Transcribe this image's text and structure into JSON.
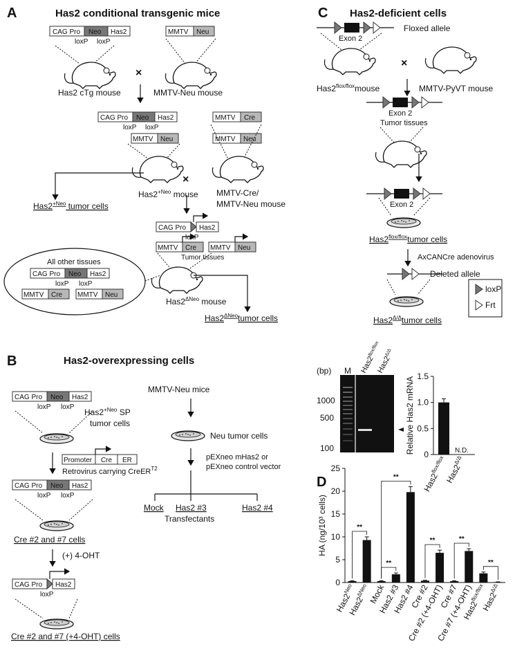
{
  "panels": {
    "A": {
      "letter": "A",
      "title": "Has2 conditional transgenic mice",
      "cag_pro": "CAG Pro",
      "neo": "Neo",
      "has2": "Has2",
      "loxp": "loxP",
      "mmtv": "MMTV",
      "neu": "Neu",
      "cre": "Cre",
      "cross": "×",
      "mouse_has2_ctg": "Has2 cTg mouse",
      "mouse_mmtv_neu": "MMTV-Neu mouse",
      "mouse_has2_neo": "Has2",
      "mouse_has2_neo_sup": "+Neo",
      "mouse_suffix": " mouse",
      "mouse_cre_neu_1": "MMTV-Cre/",
      "mouse_cre_neu_2": "MMTV-Neu mouse",
      "tumor_cells_neo": "Has2",
      "tumor_cells_neo_sup": "+Neo",
      "tumor_cells_suffix": " tumor cells",
      "tumor_tissues": "Tumor tissues",
      "all_other_tissues": "All other tissues",
      "mouse_delta_neo": "Has2",
      "mouse_delta_neo_sup": "ΔNeo",
      "tumor_delta_neo": "Has2",
      "tumor_delta_neo_sup": "ΔNeo",
      "tumor_delta_suffix": "tumor cells"
    },
    "B": {
      "letter": "B",
      "title": "Has2-overexpressing cells",
      "cag_pro": "CAG Pro",
      "neo": "Neo",
      "has2": "Has2",
      "loxp": "loxP",
      "sp_cells_1": "Has2",
      "sp_cells_1_sup": "+Neo",
      "sp_cells_1_suffix": " SP",
      "sp_cells_2": "tumor cells",
      "promoter": "Promoter",
      "cre": "Cre",
      "er": "ER",
      "retrovirus": "Retrovirus carrying CreER",
      "retrovirus_sup": "T2",
      "cre_cells": "Cre #2 and #7 cells",
      "ohd": "(+) 4-OHT",
      "cre_ohd_cells": "Cre #2 and #7 (+4-OHT) cells",
      "mmtv_neu_mice": "MMTV-Neu mice",
      "neu_tumor_cells": "Neu tumor cells",
      "vector_1": "pEXneo mHas2 or",
      "vector_2": "pEXneo control vector",
      "mock": "Mock",
      "has2_3": "Has2 #3",
      "has2_4": "Has2 #4",
      "transfectants": "Transfectants"
    },
    "C": {
      "letter": "C",
      "title": "Has2-deficient cells",
      "floxed_allele": "Floxed allele",
      "exon2": "Exon 2",
      "cross": "×",
      "mouse_flox": "Has2",
      "mouse_flox_sup": "flox/flox",
      "mouse_flox_suffix": "mouse",
      "mouse_pyvt": "MMTV-PyVT mouse",
      "tumor_tissues": "Tumor tissues",
      "flox_cells": "Has2",
      "flox_cells_sup": "flox/flox",
      "flox_cells_suffix": "tumor cells",
      "adenovirus": "AxCANCre adenovirus",
      "deleted_allele": "Deleted allele",
      "legend_loxp": "loxP",
      "legend_frt": "Frt",
      "delta_cells": "Has2",
      "delta_cells_sup": "Δ/Δ",
      "delta_cells_suffix": "tumor cells"
    },
    "gel": {
      "unit": "(bp)",
      "lane_m": "M",
      "lane_flox": "Has2",
      "lane_flox_sup": "flox/flox",
      "lane_delta": "Has2",
      "lane_delta_sup": "Δ/Δ",
      "markers": [
        "1000",
        "500",
        "100"
      ]
    },
    "D": {
      "letter": "D",
      "significance": "**"
    }
  },
  "chart_data": [
    {
      "type": "bar",
      "ylabel": "Relative Has2 mRNA",
      "ylim": [
        0,
        1.5
      ],
      "yticks": [
        "0",
        "0.5",
        "1.0",
        "1.5"
      ],
      "categories": [
        "Has2flox/flox",
        "Has2Δ/Δ"
      ],
      "values": [
        1.0,
        0
      ],
      "errors": [
        0.07,
        0
      ],
      "annotations": [
        "",
        "N.D."
      ]
    },
    {
      "type": "bar",
      "ylabel": "HA (ng/10³ cells)",
      "ylim": [
        0,
        25
      ],
      "yticks": [
        "0",
        "5",
        "10",
        "15",
        "20",
        "25"
      ],
      "categories": [
        "Has2+Neo",
        "Has2ΔNeo",
        "Mock",
        "Has2 #3",
        "Has2 #4",
        "Cre #2",
        "Cre #2 (+4-OHT)",
        "Cre #7",
        "Cre #7 (+4-OHT)",
        "Has2flox/flox",
        "Has2Δ/Δ"
      ],
      "category_main": [
        "Has2",
        "Has2",
        "Mock",
        "Has2 #3",
        "Has2 #4",
        "Cre #2",
        "Cre #2 (+4-OHT)",
        "Cre #7",
        "Cre #7 (+4-OHT)",
        "Has2",
        "Has2"
      ],
      "category_sup": [
        "Neo",
        "ΔNeo",
        "",
        "",
        "",
        "",
        "",
        "",
        "",
        "flox/flox",
        "Δ/Δ"
      ],
      "values": [
        0.3,
        9.3,
        0.3,
        1.8,
        19.8,
        0.4,
        6.5,
        0.3,
        6.9,
        2.0,
        0.1
      ],
      "errors": [
        0.1,
        0.7,
        0.1,
        0.3,
        1.2,
        0.1,
        0.6,
        0.1,
        0.5,
        0.3,
        0.05
      ]
    }
  ],
  "colors": {
    "neo_box": "#777777",
    "gene_box": "#b8b8b8",
    "bar": "#111111"
  }
}
